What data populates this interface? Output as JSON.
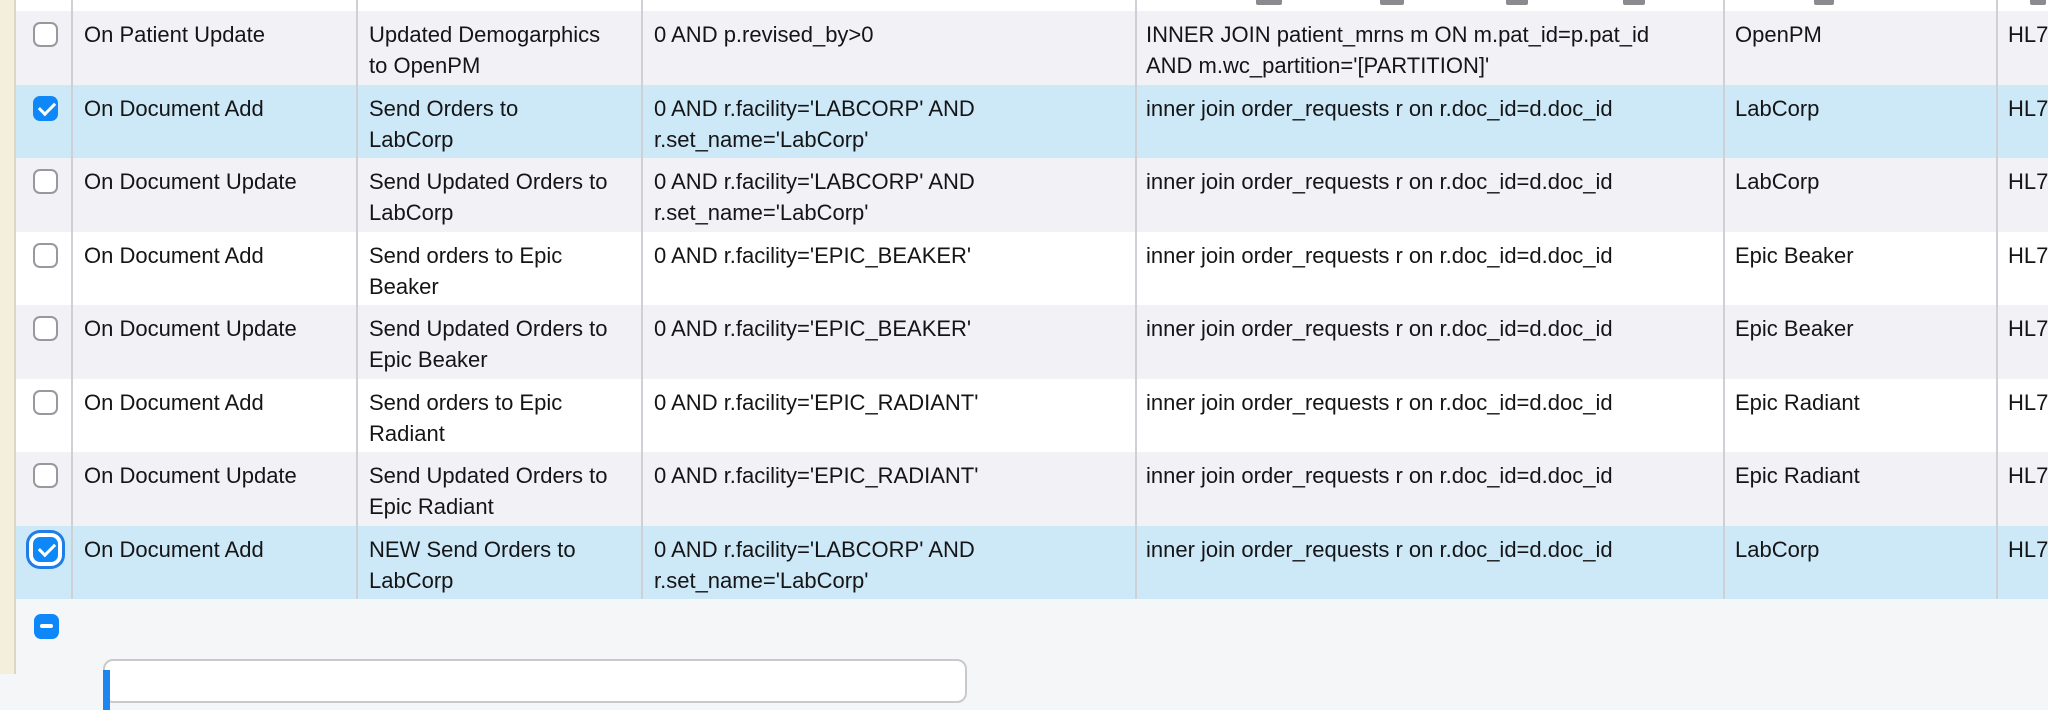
{
  "page": {
    "background_color": "#f5f6f8",
    "left_margin_color": "#f4eedd"
  },
  "colors": {
    "selected_row": "#cde9f8",
    "alt_row": "#f1f1f6",
    "grid_line": "#cdd0d5",
    "checkbox_checked": "#0e87f8",
    "checkbox_focus_ring": "#1f7ce9",
    "remove_button": "#0e87f8",
    "panel_accent": "#1e87ef",
    "text": "#151517"
  },
  "toolbar": {
    "remove_button_icon": "minus-icon"
  },
  "table": {
    "rows": [
      {
        "checked": false,
        "selected": false,
        "focused": false,
        "event": "On Patient Update",
        "description": "Updated Demogarphics\nto OpenPM",
        "condition": "0 AND p.revised_by>0",
        "join": "INNER JOIN patient_mrns m ON m.pat_id=p.pat_id\nAND m.wc_partition='[PARTITION]'",
        "facility": "OpenPM",
        "protocol": "HL7"
      },
      {
        "checked": true,
        "selected": true,
        "focused": false,
        "event": "On Document Add",
        "description": "Send Orders to\nLabCorp",
        "condition": "0 AND r.facility='LABCORP' AND\nr.set_name='LabCorp'",
        "join": "inner join order_requests r on r.doc_id=d.doc_id",
        "facility": "LabCorp",
        "protocol": "HL7"
      },
      {
        "checked": false,
        "selected": false,
        "focused": false,
        "event": "On Document Update",
        "description": "Send Updated Orders to\nLabCorp",
        "condition": "0 AND r.facility='LABCORP' AND\nr.set_name='LabCorp'",
        "join": "inner join order_requests r on r.doc_id=d.doc_id",
        "facility": "LabCorp",
        "protocol": "HL7"
      },
      {
        "checked": false,
        "selected": false,
        "focused": false,
        "event": "On Document Add",
        "description": "Send orders to Epic\nBeaker",
        "condition": "0 AND r.facility='EPIC_BEAKER'",
        "join": "inner join order_requests r on r.doc_id=d.doc_id",
        "facility": "Epic Beaker",
        "protocol": "HL7"
      },
      {
        "checked": false,
        "selected": false,
        "focused": false,
        "event": "On Document Update",
        "description": "Send Updated Orders to\nEpic Beaker",
        "condition": "0 AND r.facility='EPIC_BEAKER'",
        "join": "inner join order_requests r on r.doc_id=d.doc_id",
        "facility": "Epic Beaker",
        "protocol": "HL7"
      },
      {
        "checked": false,
        "selected": false,
        "focused": false,
        "event": "On Document Add",
        "description": "Send orders to Epic\nRadiant",
        "condition": "0 AND r.facility='EPIC_RADIANT'",
        "join": "inner join order_requests r on r.doc_id=d.doc_id",
        "facility": "Epic Radiant",
        "protocol": "HL7"
      },
      {
        "checked": false,
        "selected": false,
        "focused": false,
        "event": "On Document Update",
        "description": "Send Updated Orders to\nEpic Radiant",
        "condition": "0 AND r.facility='EPIC_RADIANT'",
        "join": "inner join order_requests r on r.doc_id=d.doc_id",
        "facility": "Epic Radiant",
        "protocol": "HL7"
      },
      {
        "checked": true,
        "selected": true,
        "focused": true,
        "event": "On Document Add",
        "description": "NEW Send Orders to\nLabCorp",
        "condition": "0 AND r.facility='LABCORP' AND\nr.set_name='LabCorp'",
        "join": "inner join order_requests r on r.doc_id=d.doc_id",
        "facility": "LabCorp",
        "protocol": "HL7"
      }
    ]
  }
}
